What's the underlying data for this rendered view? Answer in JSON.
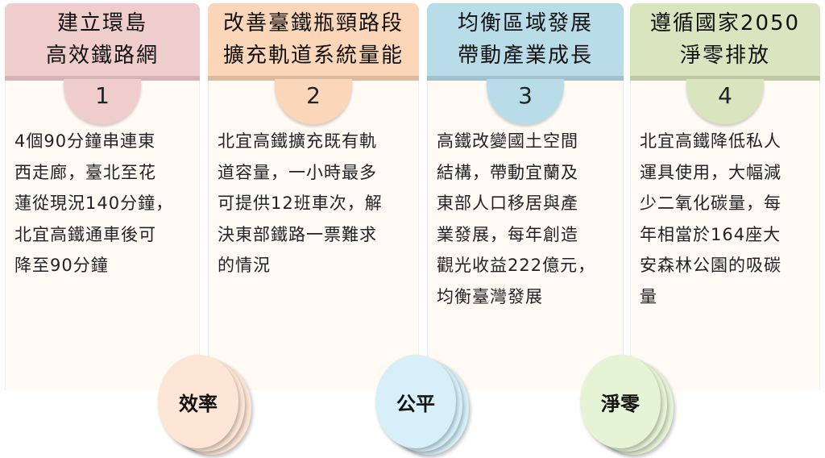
{
  "columns": [
    {
      "title": [
        "建立環島",
        "高效鐵路網"
      ],
      "number": "1",
      "color": "#f0cdcd",
      "body": [
        "4個90分鐘串連東",
        "西走廊，臺北至花",
        "蓮從現況140分鐘，",
        "北宜高鐵通車後可",
        "降至90分鐘"
      ]
    },
    {
      "title": [
        "改善臺鐵瓶頸路段",
        "擴充軌道系統量能"
      ],
      "number": "2",
      "color": "#fbd6b8",
      "body": [
        "北宜高鐵擴充既有軌",
        "道容量，一小時最多",
        "可提供12班車次，解",
        "決東部鐵路一票難求",
        "的情況"
      ]
    },
    {
      "title": [
        "均衡區域發展",
        "帶動產業成長"
      ],
      "number": "3",
      "color": "#b8dde9",
      "body": [
        "高鐵改變國土空間",
        "結構，帶動宜蘭及",
        "東部人口移居與產",
        "業發展，每年創造",
        "觀光收益222億元，",
        "均衡臺灣發展"
      ]
    },
    {
      "title": [
        "遵循國家2050",
        "淨零排放"
      ],
      "number": "4",
      "color": "#d8e5bf",
      "body": [
        "北宜高鐵降低私人",
        "運具使用，大幅減",
        "少二氧化碳量，每",
        "年相當於164座大",
        "安森林公園的吸碳",
        "量"
      ]
    }
  ],
  "goals": [
    {
      "label": "效率",
      "color": "#fde6d6"
    },
    {
      "label": "公平",
      "color": "#d6eff8"
    },
    {
      "label": "淨零",
      "color": "#e6f4d6"
    }
  ]
}
